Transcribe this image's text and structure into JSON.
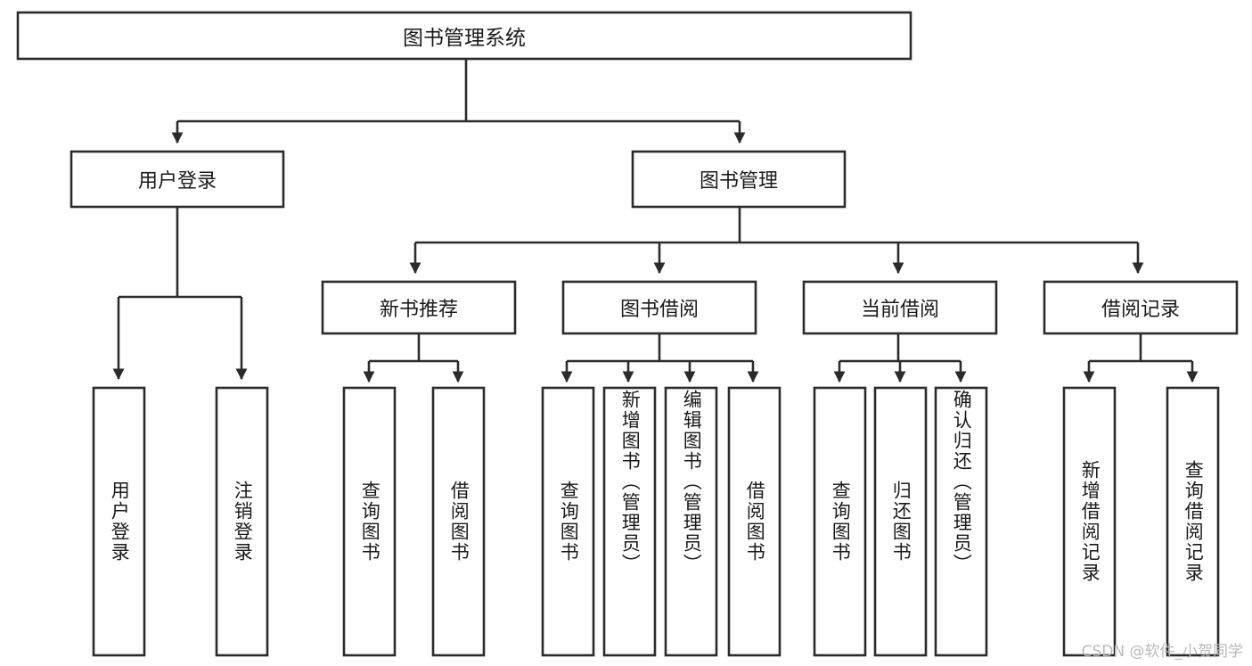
{
  "diagram": {
    "title": "图书管理系统",
    "watermark": "CSDN @软件_小贺同学",
    "type": "tree-hierarchy",
    "colors": {
      "stroke": "#2b2b2b",
      "fill": "#ffffff",
      "text": "#1a1a1a",
      "watermark": "#b9b9b9"
    },
    "root": {
      "label": "图书管理系统"
    },
    "level2": [
      {
        "label": "用户登录"
      },
      {
        "label": "图书管理"
      }
    ],
    "level3": [
      {
        "label": "新书推荐"
      },
      {
        "label": "图书借阅"
      },
      {
        "label": "当前借阅"
      },
      {
        "label": "借阅记录"
      }
    ],
    "leaves": {
      "user_login": [
        {
          "label": "用户登录"
        },
        {
          "label": "注销登录"
        }
      ],
      "new_book": [
        {
          "label": "查询图书"
        },
        {
          "label": "借阅图书"
        }
      ],
      "book_borrow": [
        {
          "label": "查询图书"
        },
        {
          "label": "新增图书（管理员）"
        },
        {
          "label": "编辑图书（管理员）"
        },
        {
          "label": "借阅图书"
        }
      ],
      "current_borrow": [
        {
          "label": "查询图书"
        },
        {
          "label": "归还图书"
        },
        {
          "label": "确认归还（管理员）"
        }
      ],
      "borrow_record": [
        {
          "label": "新增借阅记录"
        },
        {
          "label": "查询借阅记录"
        }
      ]
    }
  }
}
